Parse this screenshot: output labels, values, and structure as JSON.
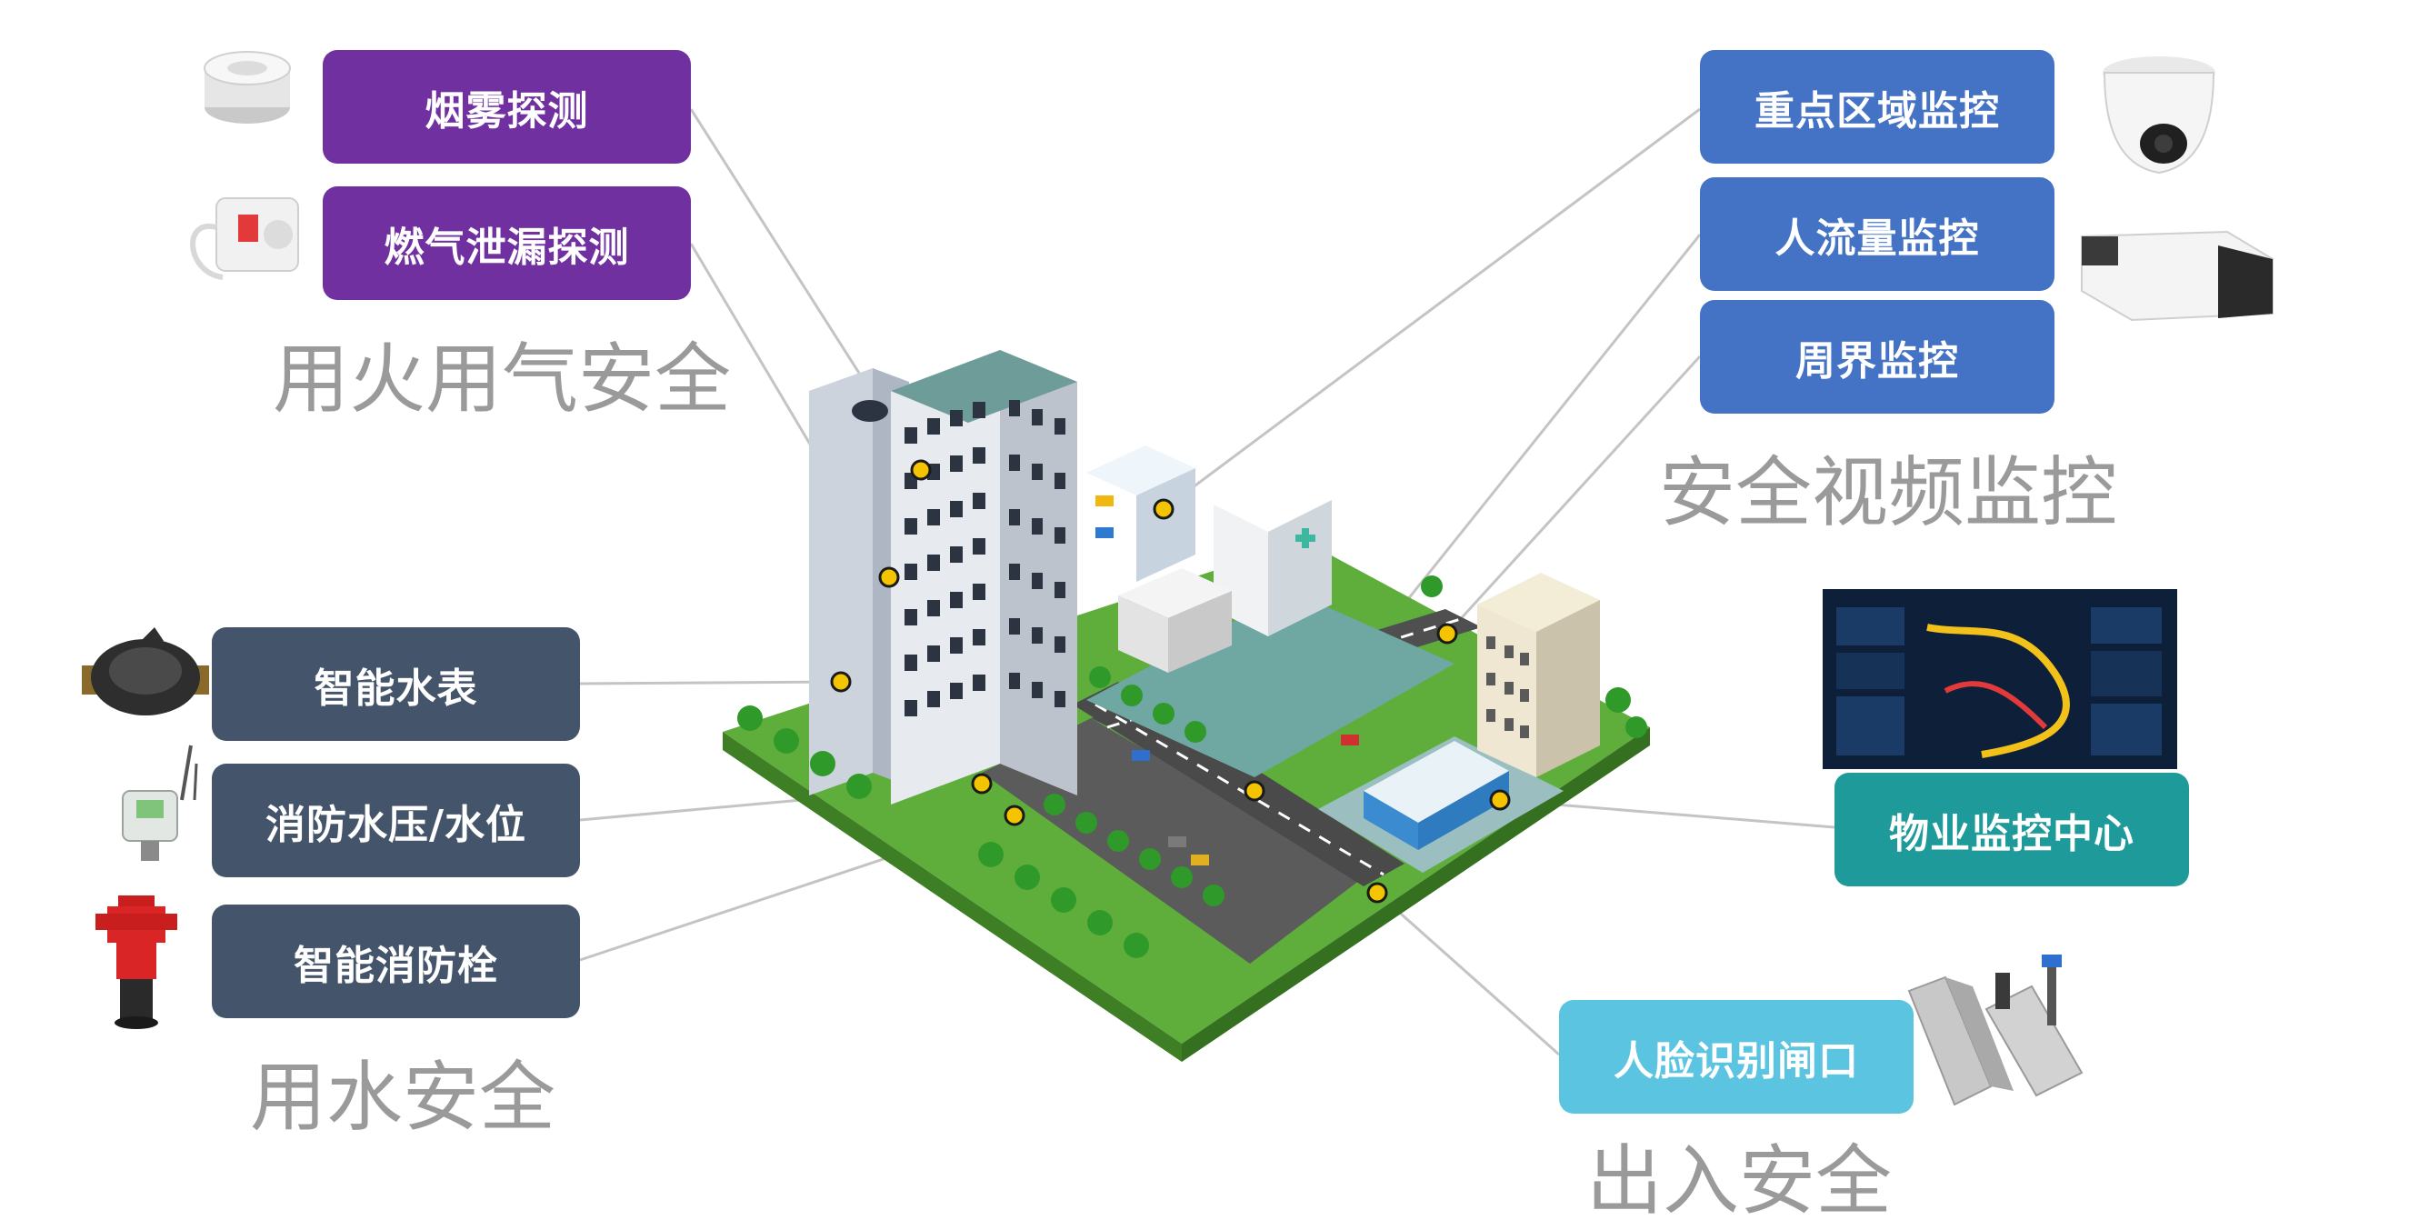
{
  "groups": {
    "fire_gas": {
      "title": "用火用气安全",
      "items": [
        "烟雾探测",
        "燃气泄漏探测"
      ]
    },
    "video": {
      "title": "安全视频监控",
      "items": [
        "重点区域监控",
        "人流量监控",
        "周界监控"
      ]
    },
    "water": {
      "title": "用水安全",
      "items": [
        "智能水表",
        "消防水压/水位",
        "智能消防栓"
      ]
    },
    "property": {
      "items": [
        "物业监控中心"
      ]
    },
    "access": {
      "title": "出入安全",
      "items": [
        "人脸识别闸口"
      ]
    }
  },
  "colors": {
    "fire_gas": "#7030a0",
    "video": "#4472c4",
    "water": "#44546a",
    "property": "#1f9a9a",
    "access": "#5bc4e0",
    "category_text": "#9a9a9a",
    "connector": "#bfbfbf",
    "marker": "#f5c400"
  },
  "icons": [
    "smoke-detector",
    "gas-detector",
    "dome-camera",
    "bullet-camera",
    "water-meter",
    "pressure-gauge",
    "fire-hydrant",
    "monitor-dashboard",
    "turnstile-gate",
    "isometric-city"
  ]
}
